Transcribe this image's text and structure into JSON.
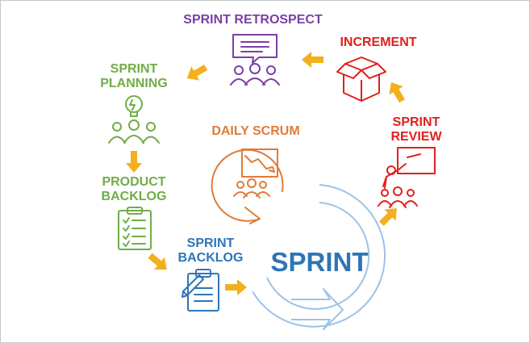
{
  "stages": {
    "sprint_retrospect": {
      "label": "SPRINT RETROSPECT",
      "icon": "speech-bubble-team-icon",
      "color": "#7b3fa8"
    },
    "increment": {
      "label": "INCREMENT",
      "icon": "open-box-icon",
      "color": "#e0201b"
    },
    "sprint_planning": {
      "line1": "SPRINT",
      "line2": "PLANNING",
      "icon": "lightbulb-team-icon",
      "color": "#70ad47"
    },
    "daily_scrum": {
      "label": "DAILY SCRUM",
      "icon": "chart-meeting-icon",
      "color": "#e07b39"
    },
    "sprint_review": {
      "line1": "SPRINT",
      "line2": "REVIEW",
      "icon": "presentation-team-icon",
      "color": "#e0201b"
    },
    "product_backlog": {
      "line1": "PRODUCT",
      "line2": "BACKLOG",
      "icon": "checklist-clipboard-icon",
      "color": "#70ad47"
    },
    "sprint_backlog": {
      "line1": "SPRINT",
      "line2": "BACKLOG",
      "icon": "clipboard-pencil-icon",
      "color": "#2e75b6"
    }
  },
  "center": {
    "label": "SPRINT",
    "color": "#2e75b6",
    "ring_color": "#9dc3e6"
  },
  "arrow_color": "#f2b01e"
}
